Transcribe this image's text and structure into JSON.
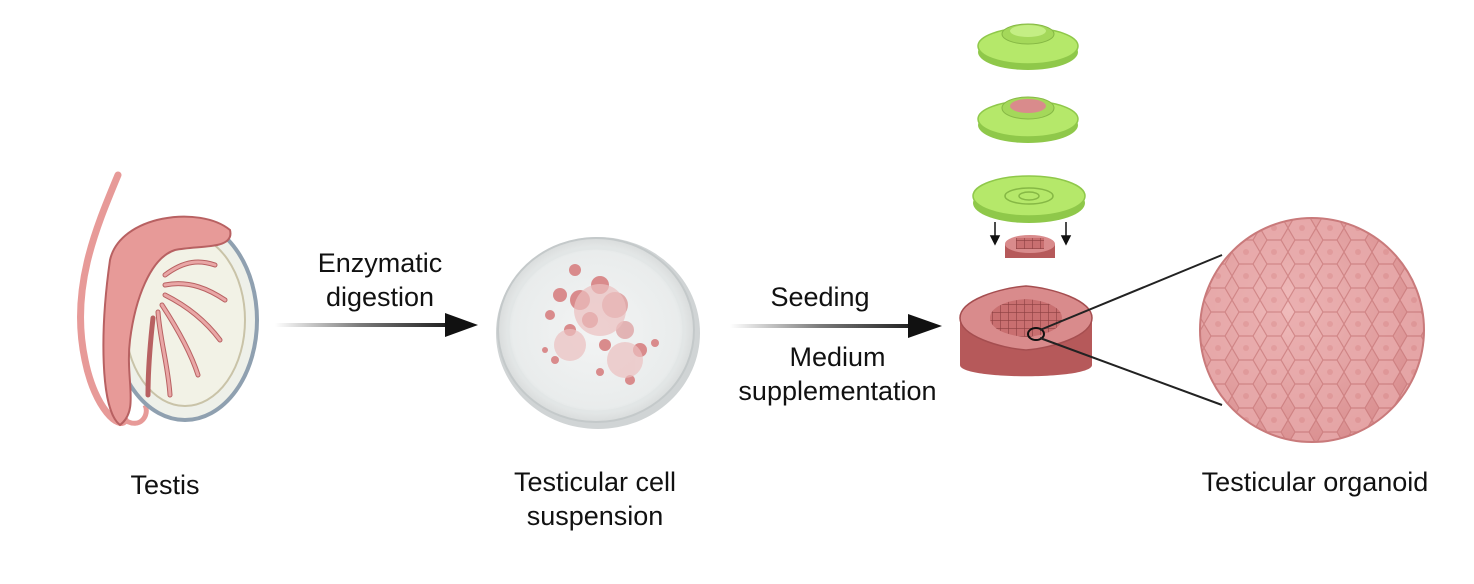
{
  "stages": [
    {
      "id": "testis",
      "label": "Testis"
    },
    {
      "id": "suspension",
      "label_line1": "Testicular cell",
      "label_line2": "suspension"
    },
    {
      "id": "organoid",
      "label": "Testicular organoid"
    }
  ],
  "arrows": [
    {
      "label_line1": "Enzymatic",
      "label_line2": "digestion"
    },
    {
      "label_above": "Seeding",
      "label_below_line1": "Medium",
      "label_below_line2": "supplementation"
    }
  ],
  "colors": {
    "tissue_pink": "#e79a98",
    "tissue_dark": "#c86b6c",
    "device_green": "#b5e86a",
    "scaffold_red": "#c8706f",
    "dish_rim": "#dfe3e4",
    "organoid_fill": "#e6a9aa"
  },
  "icons": [
    "testis-illustration",
    "petri-dish-icon",
    "scaffold-device-icon",
    "organoid-sphere-icon"
  ]
}
